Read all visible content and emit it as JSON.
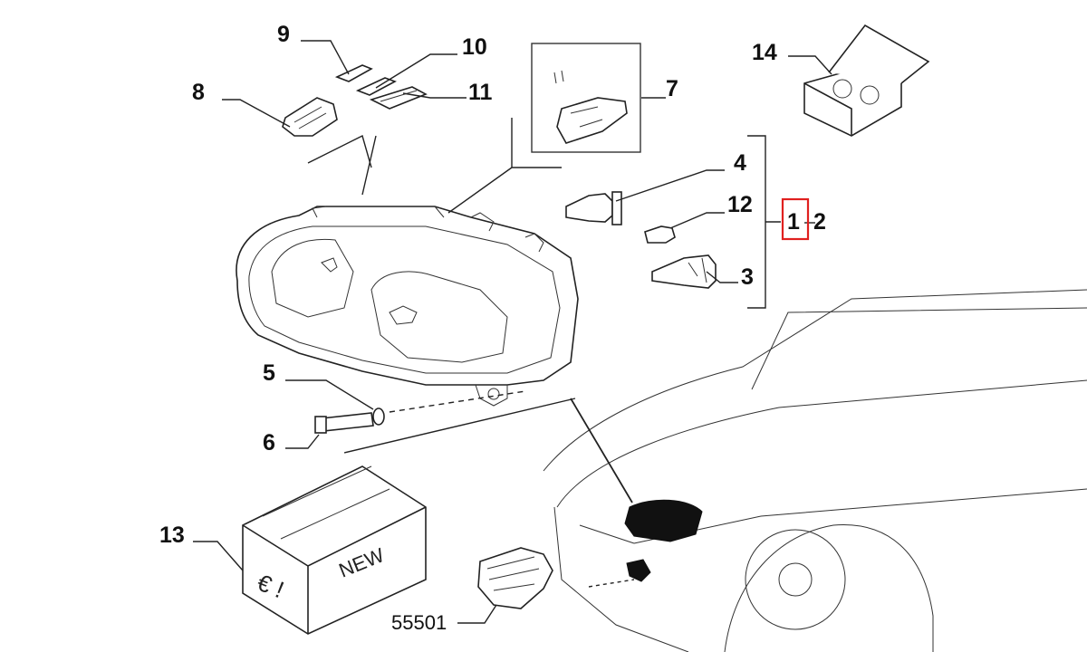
{
  "diagram": {
    "callouts": {
      "c1": "1",
      "c2": "2",
      "c3": "3",
      "c4": "4",
      "c5": "5",
      "c6": "6",
      "c7": "7",
      "c8": "8",
      "c9": "9",
      "c10": "10",
      "c11": "11",
      "c12": "12",
      "c13": "13",
      "c14": "14"
    },
    "part_number": "55501",
    "crate_text": "NEW",
    "crate_symbol": "€ !",
    "highlight_color": "#e0201f",
    "line_color": "#222222",
    "fill_color": "#111111"
  }
}
